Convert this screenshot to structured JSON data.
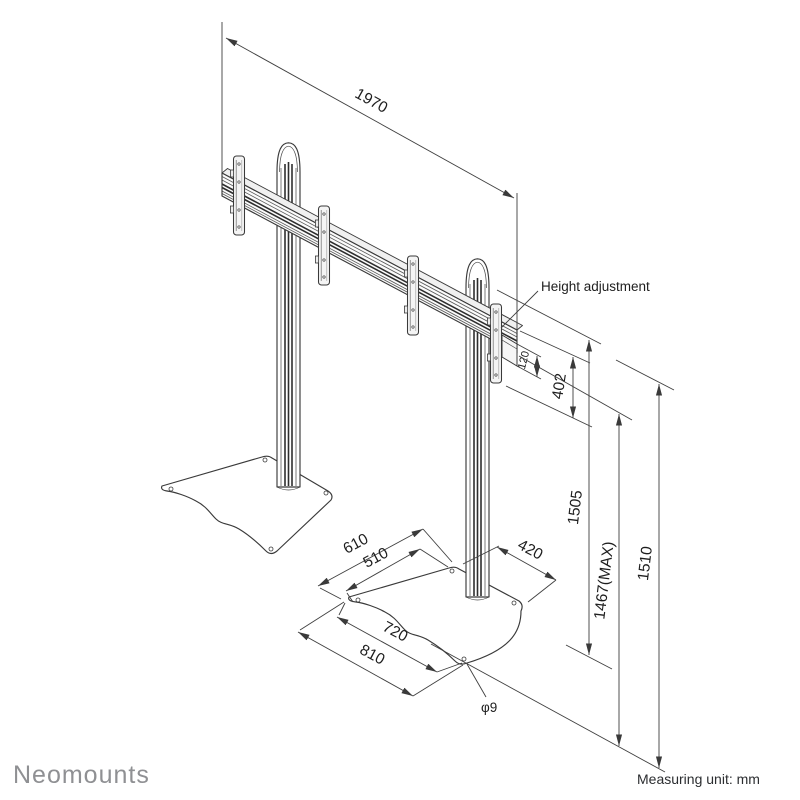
{
  "dimensions": {
    "overall_width": "1970",
    "rail_profile_height": "120",
    "bracket_offset": "402",
    "column_height": "1505",
    "max_height": "1467(MAX)",
    "overall_height": "1510",
    "base_outer_span": "610",
    "base_inner_span": "510",
    "base_depth": "420",
    "base_inner_width": "720",
    "base_width": "810",
    "hole_diameter": "φ9"
  },
  "annotations": {
    "height_adjustment": "Height adjustment"
  },
  "footer": {
    "brand": "Neomounts",
    "measuring_unit": "Measuring unit: mm"
  },
  "colors": {
    "line": "#3a3a3a",
    "label_text": "#1e1e1e",
    "brand_gray": "#8f9093",
    "background": "#ffffff"
  }
}
